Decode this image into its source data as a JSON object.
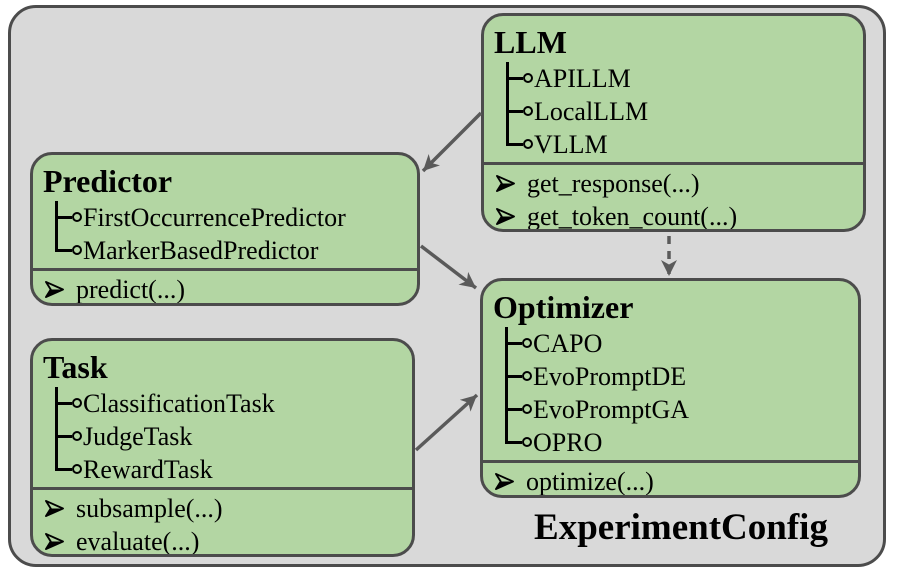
{
  "diagram": {
    "container_label": "ExperimentConfig",
    "boxes": {
      "llm": {
        "title": "LLM",
        "subclasses": [
          "APILLM",
          "LocalLLM",
          "VLLM"
        ],
        "methods": [
          "get_response(...)",
          "get_token_count(...)"
        ]
      },
      "predictor": {
        "title": "Predictor",
        "subclasses": [
          "FirstOccurrencePredictor",
          "MarkerBasedPredictor"
        ],
        "methods": [
          "predict(...)"
        ]
      },
      "task": {
        "title": "Task",
        "subclasses": [
          "ClassificationTask",
          "JudgeTask",
          "RewardTask"
        ],
        "methods": [
          "subsample(...)",
          "evaluate(...)"
        ]
      },
      "optimizer": {
        "title": "Optimizer",
        "subclasses": [
          "CAPO",
          "EvoPromptDE",
          "EvoPromptGA",
          "OPRO"
        ],
        "methods": [
          "optimize(...)"
        ]
      }
    },
    "relations": [
      {
        "from": "LLM",
        "to": "Predictor",
        "style": "solid-arrow"
      },
      {
        "from": "Predictor",
        "to": "Optimizer",
        "style": "solid-arrow"
      },
      {
        "from": "Task",
        "to": "Optimizer",
        "style": "solid-arrow"
      },
      {
        "from": "LLM",
        "to": "Optimizer",
        "style": "dashed-arrow"
      }
    ],
    "icons": {
      "method_bullet": "➢",
      "tree_branch": "├─○"
    },
    "colors": {
      "box_fill": "#b3d6a3",
      "container_fill": "#d9d9d9",
      "border": "#4c4c4c",
      "arrow": "#5a5a5a",
      "text": "#000000"
    }
  }
}
